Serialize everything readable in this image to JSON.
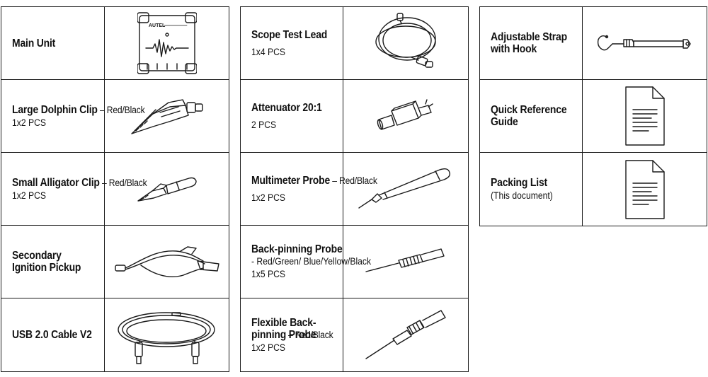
{
  "columns": [
    {
      "items": [
        {
          "name": "Main Unit",
          "qty": ""
        },
        {
          "name": "Large Dolphin Clip",
          "desc": " – Red/Black",
          "qty": "1x2 PCS"
        },
        {
          "name": "Small Alligator Clip",
          "desc": " – Red/Black",
          "qty": "1x2 PCS"
        },
        {
          "name": "Secondary Ignition Pickup",
          "qty": ""
        },
        {
          "name": "USB 2.0 Cable V2",
          "qty": ""
        }
      ]
    },
    {
      "items": [
        {
          "name": "Scope Test Lead",
          "qty": "1x4 PCS"
        },
        {
          "name": "Attenuator 20:1",
          "qty": "2 PCS"
        },
        {
          "name": "Multimeter Probe",
          "desc": " – Red/Black",
          "qty": "1x2 PCS"
        },
        {
          "name": "Back-pinning Probe",
          "desc": " - Red/Green/ Blue/Yellow/Black",
          "qty": "1x5 PCS"
        },
        {
          "name": "Flexible Back-pinning Probe",
          "desc": " – Red/Black",
          "qty": "1x2 PCS"
        }
      ]
    },
    {
      "items": [
        {
          "name": "Adjustable Strap with Hook",
          "qty": ""
        },
        {
          "name": "Quick Reference Guide",
          "qty": ""
        },
        {
          "name": "Packing List",
          "qty": "(This document)"
        }
      ]
    }
  ],
  "device_logo": "AUTEL"
}
